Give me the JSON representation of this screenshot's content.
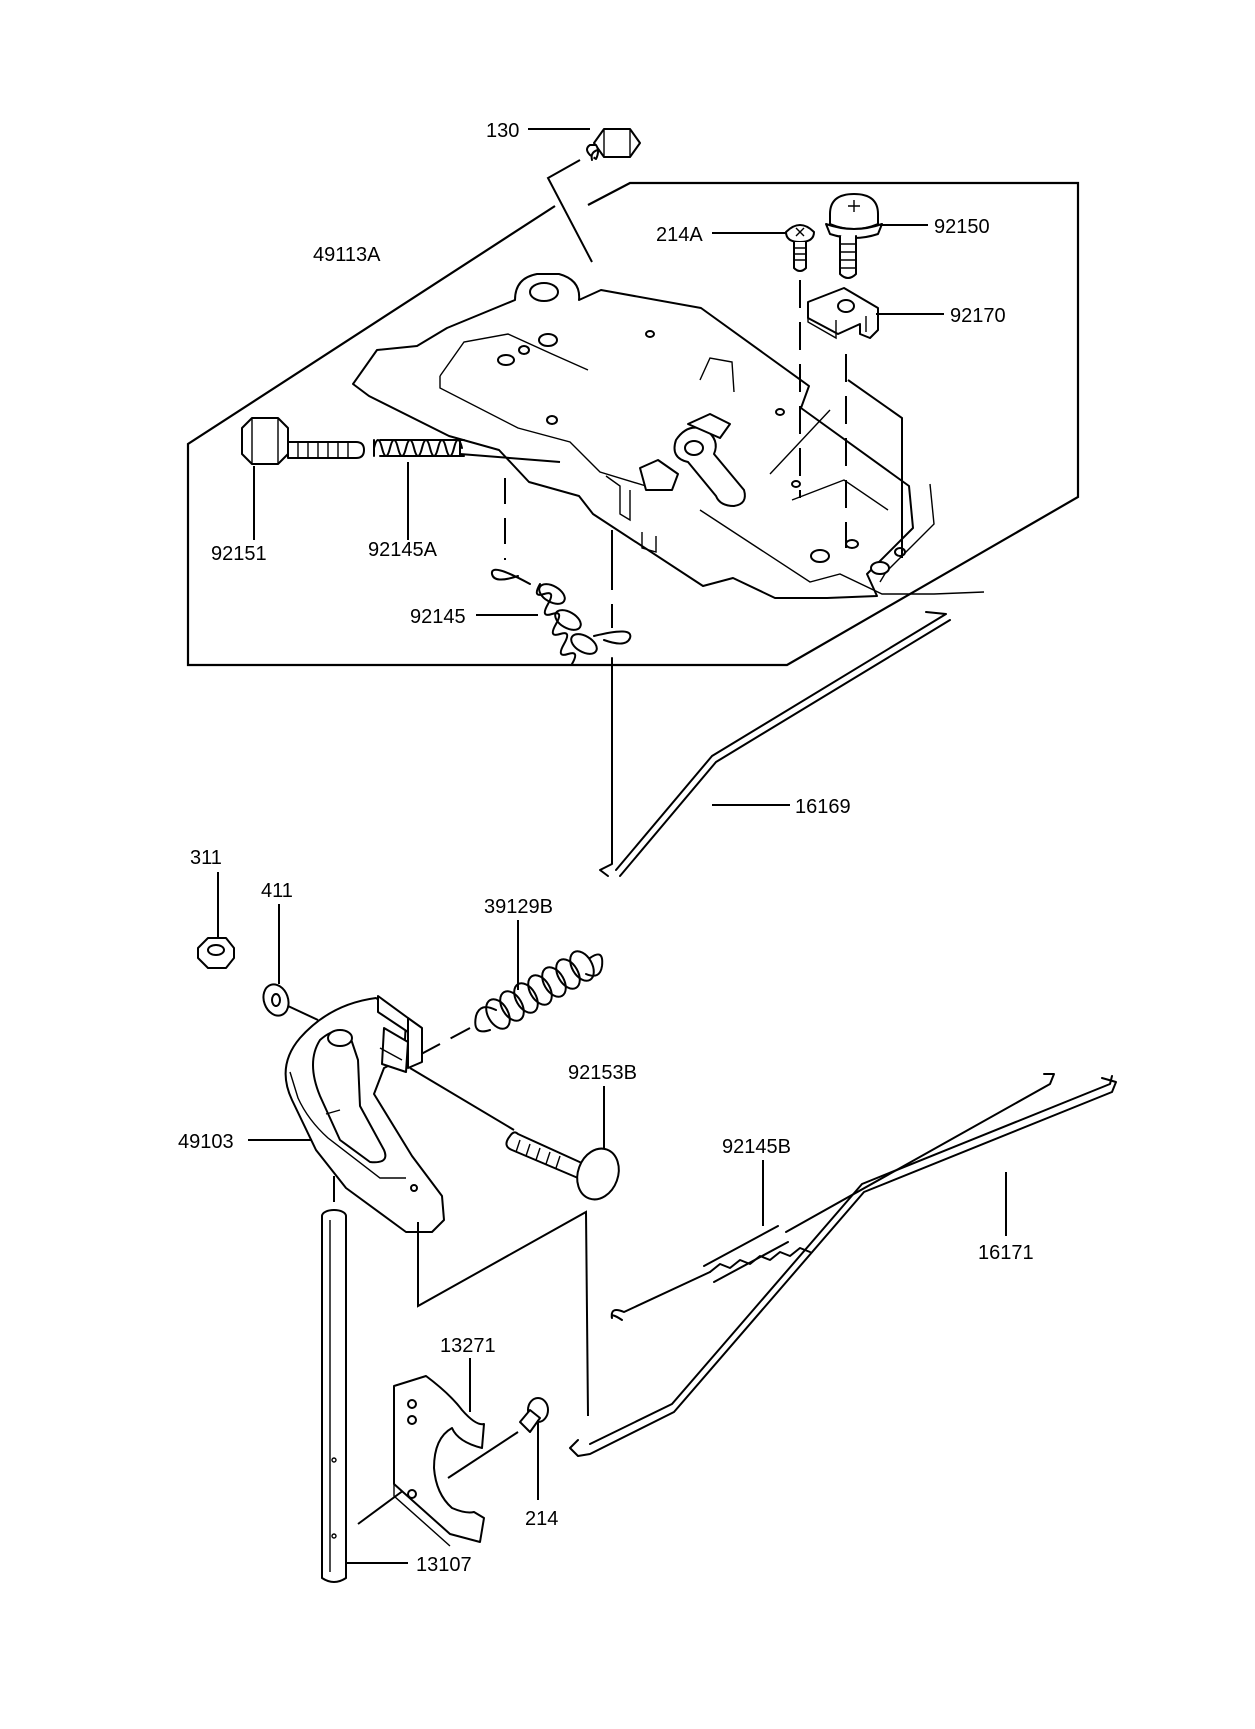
{
  "labels": {
    "p130": "130",
    "p49113A": "49113A",
    "p214A": "214A",
    "p92150": "92150",
    "p92170": "92170",
    "p92151": "92151",
    "p92145A": "92145A",
    "p92145": "92145",
    "p16169": "16169",
    "p311": "311",
    "p411": "411",
    "p39129B": "39129B",
    "p92153B": "92153B",
    "p49103": "49103",
    "p92145B": "92145B",
    "p16171": "16171",
    "p13271": "13271",
    "p214": "214",
    "p13107": "13107"
  }
}
